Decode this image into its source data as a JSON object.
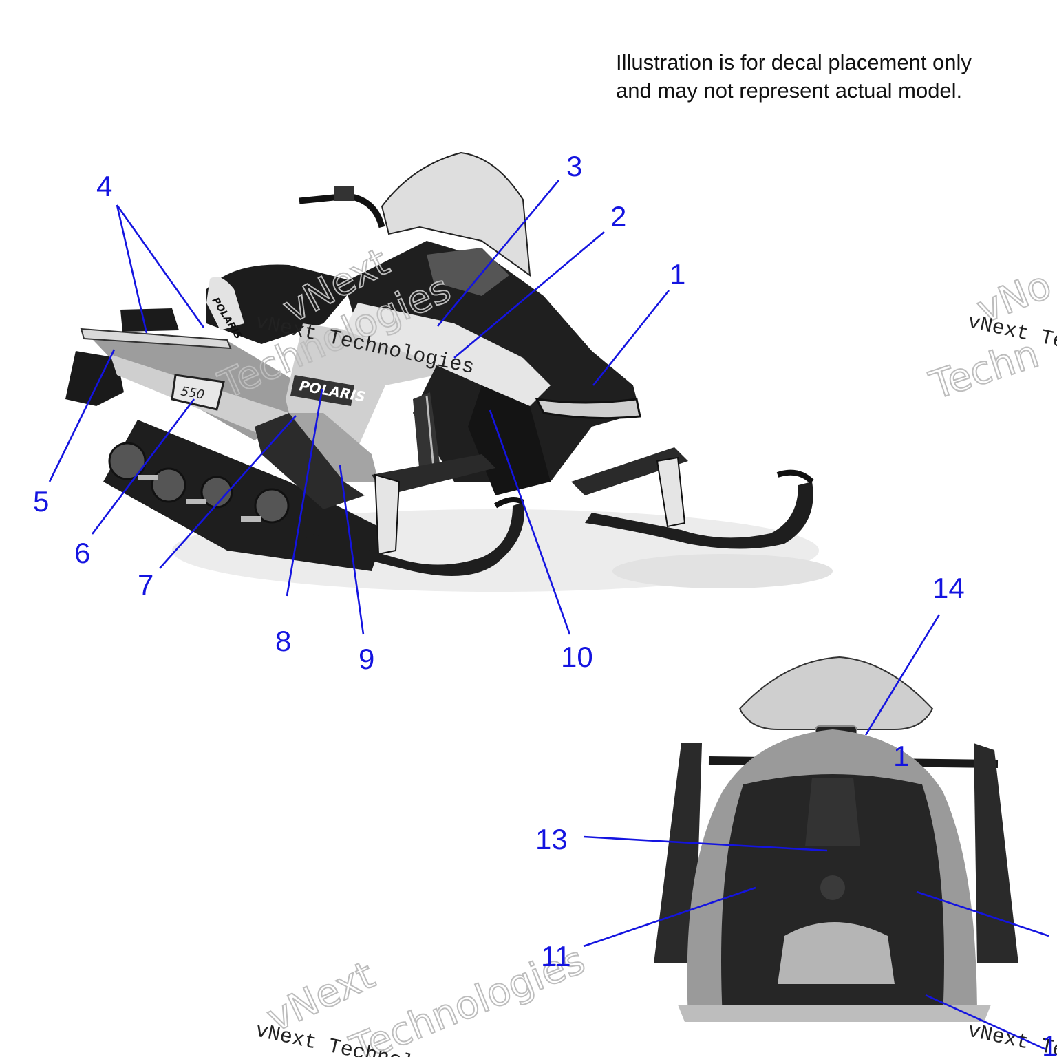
{
  "note": {
    "line1": "Illustration is for decal placement only",
    "line2": "and may not represent actual model."
  },
  "decals": {
    "side_logo": "POLARIS",
    "seat_logo": "POLARIS",
    "model": "550"
  },
  "watermark": {
    "brand": "vNext",
    "company": "Technologies",
    "full": "vNext Technologies",
    "fragment_top": "vNo",
    "fragment_mid": "Techn",
    "fragment_small": "vNext Te",
    "fragment_bottom": "vNext Technolo"
  },
  "callouts": {
    "c1": "1",
    "c2": "2",
    "c3": "3",
    "c4": "4",
    "c5": "5",
    "c6": "6",
    "c7": "7",
    "c8": "8",
    "c9": "9",
    "c10": "10",
    "c11": "11",
    "c13": "13",
    "c14": "14",
    "c_frag": "1",
    "c_frag_bottom": "1"
  },
  "colors": {
    "callout": "#1414e0",
    "body_dark": "#2a2a2a",
    "panel_light": "#d6d6d6",
    "panel_mid": "#9a9a9a"
  }
}
